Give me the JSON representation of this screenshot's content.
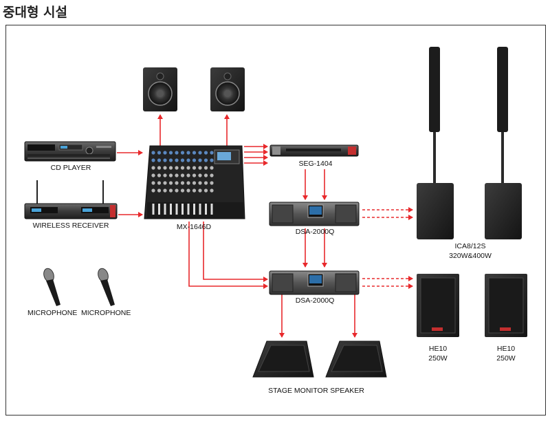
{
  "title": "중대형 시설",
  "labels": {
    "cd_player": "CD PLAYER",
    "wireless_receiver": "WIRELESS RECEIVER",
    "microphone_1": "MICROPHONE",
    "microphone_2": "MICROPHONE",
    "mixer": "MX-1646D",
    "processor": "SEG-1404",
    "amp_1": "DSA-2000Q",
    "amp_2": "DSA-2000Q",
    "column_speaker_model": "ICA8/12S",
    "column_speaker_power": "320W&400W",
    "he10_1_model": "HE10",
    "he10_1_power": "250W",
    "he10_2_model": "HE10",
    "he10_2_power": "250W",
    "stage_monitor": "STAGE MONITOR SPEAKER"
  },
  "colors": {
    "signal_line": "#e8282b",
    "device_dark": "#2a2a2a",
    "frame": "#333333"
  }
}
